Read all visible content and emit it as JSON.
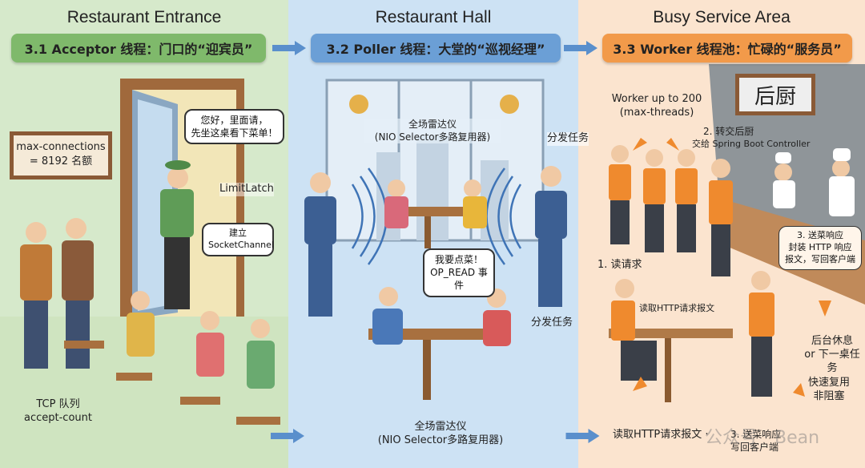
{
  "sections": [
    {
      "title": "Restaurant Entrance",
      "label": "3.1 Acceptor 线程：门口的“迎宾员”",
      "color": "#7fb96b"
    },
    {
      "title": "Restaurant Hall",
      "label": "3.2 Poller 线程：大堂的“巡视经理”",
      "color": "#6b9fd6"
    },
    {
      "title": "Busy Service Area",
      "label": "3.3 Worker 线程池：忙碌的“服务员”",
      "color": "#f29a4a"
    }
  ],
  "entrance": {
    "sign": "max-connections\n= 8192 名额",
    "greeting": "您好，里面请，\n先坐这桌看下菜单！",
    "limit_latch": "LimitLatch",
    "socket": "建立\nSocketChannel",
    "queue": "TCP 队列\naccept-count"
  },
  "hall": {
    "radar_top": "全场雷达仪\n(NIO Selector多路复用器)",
    "dispatch_top": "分发任务",
    "order": "我要点菜！\nOP_READ 事件",
    "dispatch_bottom": "分发任务",
    "radar_bottom": "全场雷达仪\n(NIO Selector多路复用器)"
  },
  "service": {
    "kitchen_sign": "后厨",
    "workers": "Worker up to 200\n(max-threads)",
    "handoff_title": "2. 转交后厨",
    "handoff_sub": "交给 Spring Boot Controller",
    "response": "3. 送菜响应\n封装 HTTP 响应\n报文，写回客户端",
    "read_req": "1. 读请求",
    "read_http": "读取HTTP请求报文",
    "rest": "后台休息\nor 下一桌任务",
    "reuse": "快速复用\n非阻塞",
    "bottom_read": "读取HTTP请求报文 ·",
    "bottom_resp": "3. 送菜响应\n写回客户端"
  },
  "watermark": "公众号 · Bean"
}
